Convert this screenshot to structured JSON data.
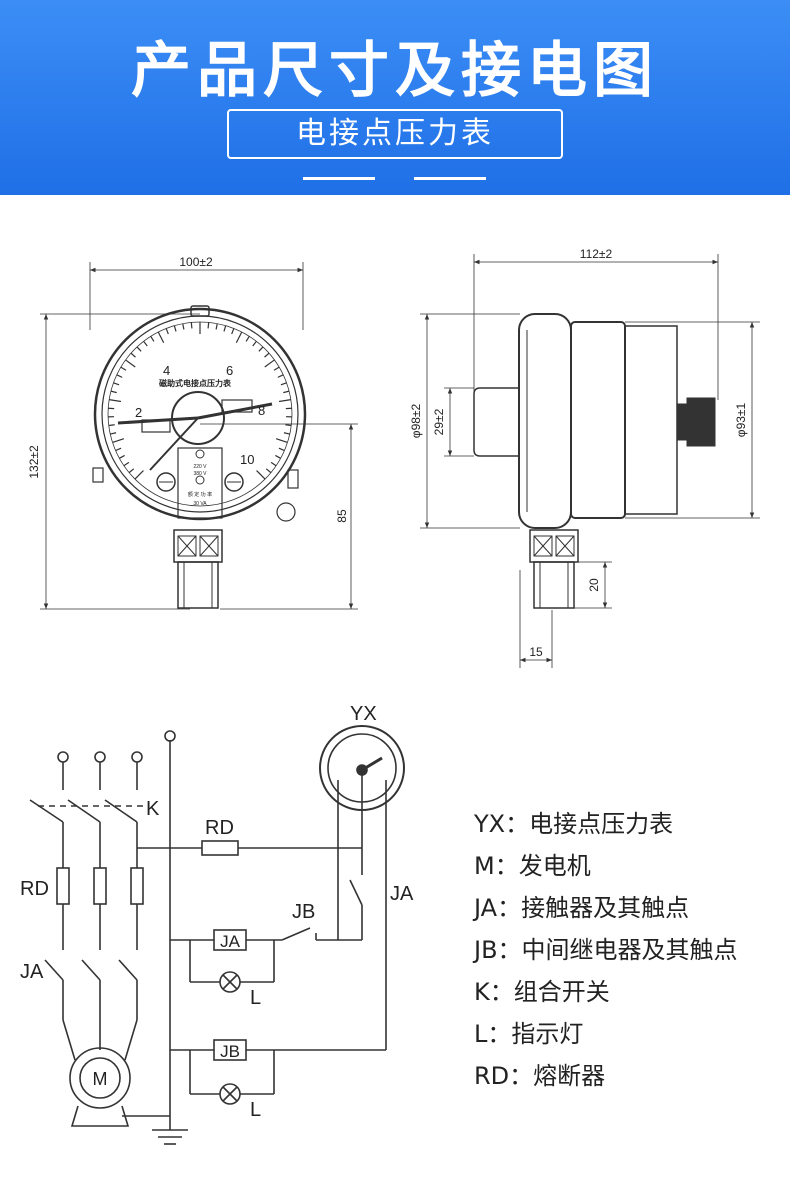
{
  "header": {
    "title": "产品尺寸及接电图",
    "subtitle": "电接点压力表"
  },
  "front_view": {
    "dim_width": "100±2",
    "dim_height": "132±2",
    "dim_lower": "85",
    "dial_ticks": [
      "2",
      "4",
      "6",
      "8",
      "10"
    ],
    "dial_label": "磁助式电接点压力表",
    "small_text": [
      "220 V",
      "380 V",
      "额 定 功 率",
      "30 VA"
    ]
  },
  "side_view": {
    "dim_depth": "112±2",
    "dim_case_dia": "φ98±2",
    "dim_hub_dia": "29±2",
    "dim_back_dia": "φ93±1",
    "dim_connector_h": "20",
    "dim_connector_w": "15"
  },
  "circuit": {
    "labels": {
      "yx": "YX",
      "k": "K",
      "rd_top": "RD",
      "rd_left": "RD",
      "ja_left": "JA",
      "ja_right": "JA",
      "jb": "JB",
      "ja_box": "JA",
      "jb_box": "JB",
      "l1": "L",
      "l2": "L",
      "motor": "M"
    }
  },
  "legend": [
    "YX：电接点压力表",
    "M：发电机",
    "JA：接触器及其触点",
    "JB：中间继电器及其触点",
    "K：组合开关",
    "L：指示灯",
    "RD：熔断器"
  ]
}
